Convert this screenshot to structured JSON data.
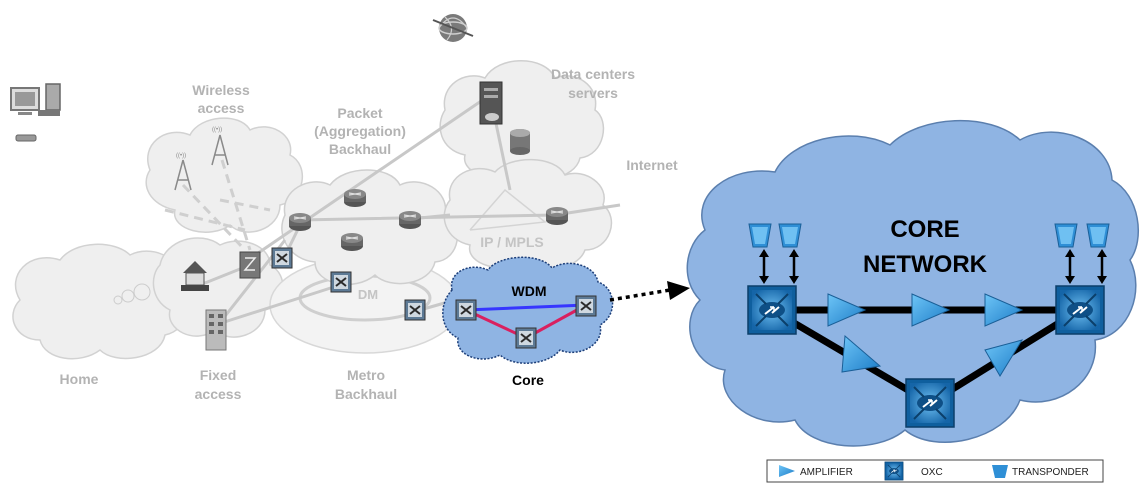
{
  "labels": {
    "wireless": [
      "Wireless",
      "access"
    ],
    "packet": [
      "Packet",
      "(Aggregation)",
      "Backhaul"
    ],
    "datacenters": [
      "Data centers",
      "servers"
    ],
    "internet": "Internet",
    "ipmpls": "IP / MPLS",
    "wdm_small": "WDM",
    "wdm_metro_partial": "DM",
    "core_small": "Core",
    "home": "Home",
    "fixed": [
      "Fixed",
      "access"
    ],
    "metro": [
      "Metro",
      "Backhaul"
    ],
    "core_network": [
      "CORE",
      "NETWORK"
    ]
  },
  "legend": {
    "amplifier": "AMPLIFIER",
    "oxc": "OXC",
    "transponder": "TRANSPONDER"
  },
  "colors": {
    "core_cloud": "#8fb4e3",
    "core_cloud_stroke": "#5b7fae",
    "grey_cloud": "#efefef",
    "grey_stroke": "#c8c8c8",
    "amplifier": "#2e8fd6",
    "oxc": "#1f7fc4",
    "link": "#000000"
  }
}
